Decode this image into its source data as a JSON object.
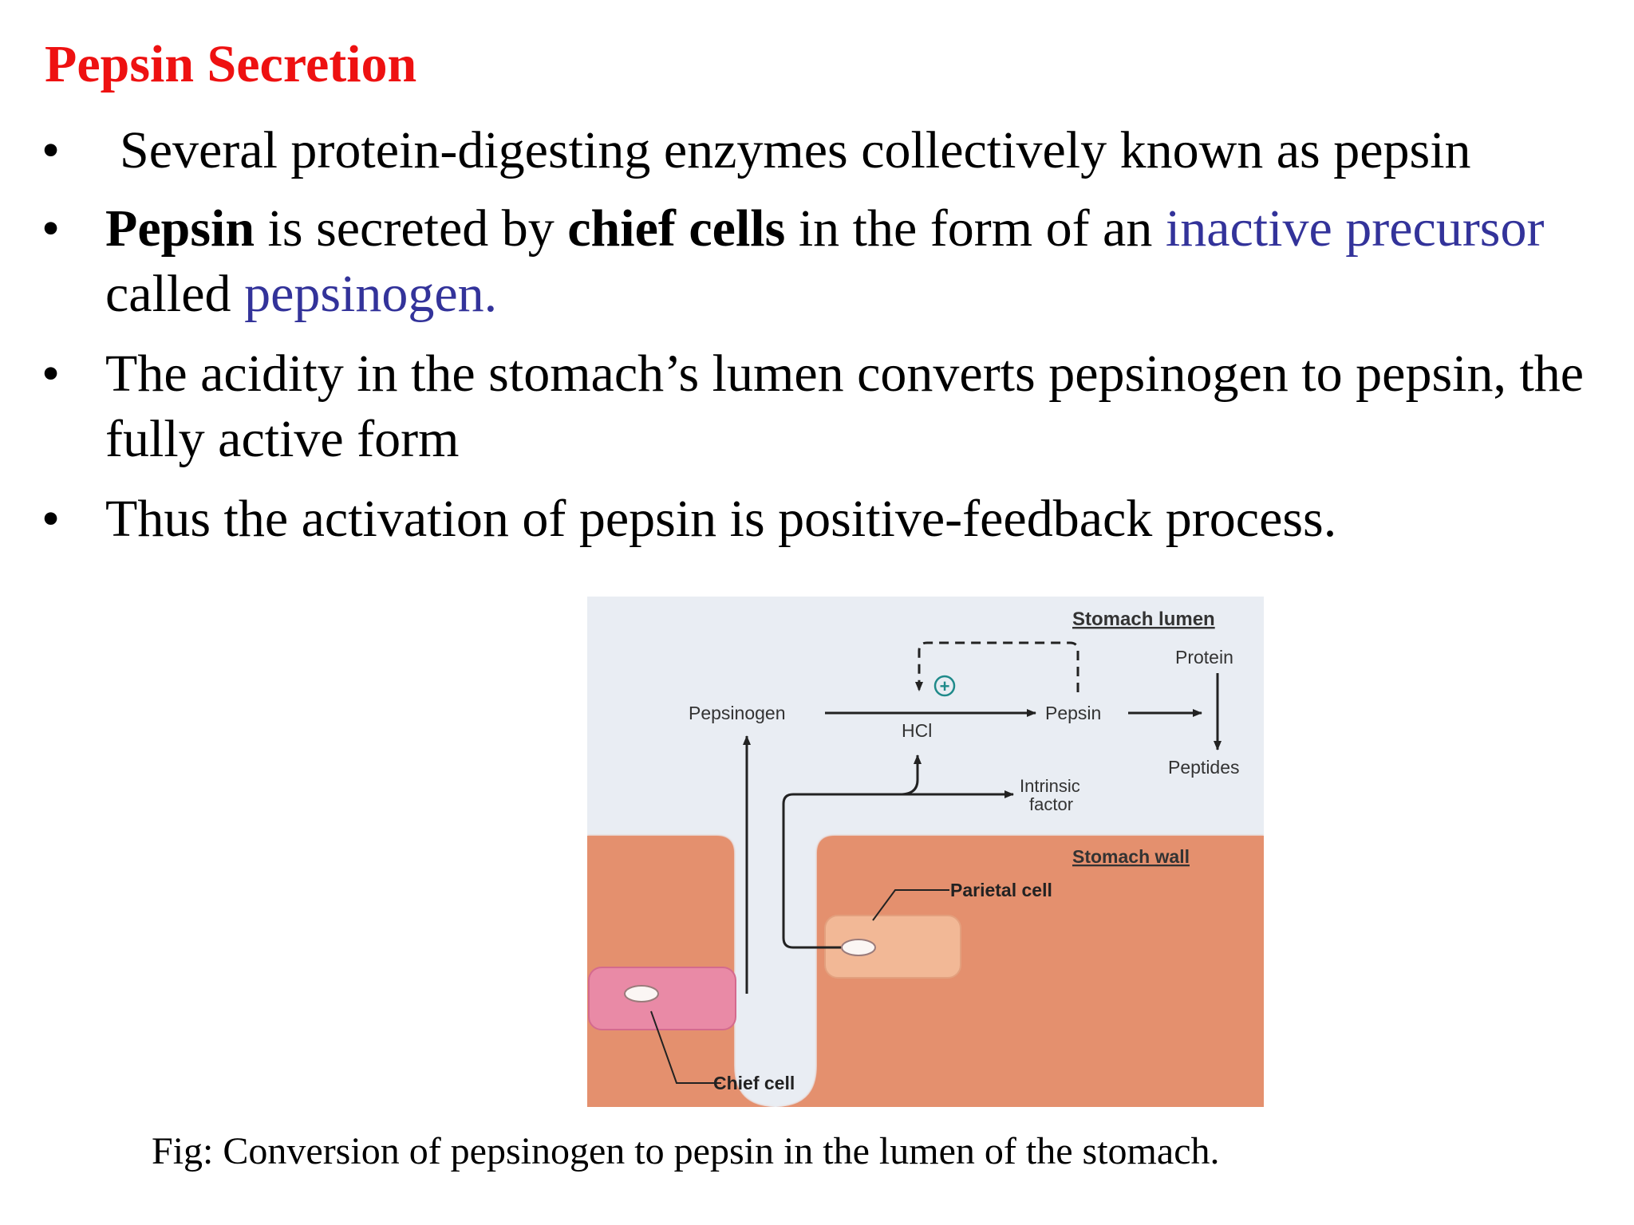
{
  "slide": {
    "title": "Pepsin Secretion",
    "title_color": "#ee1111",
    "highlight_color": "#33339a",
    "bullet_glyph": "•",
    "bullets": [
      {
        "segments": [
          {
            "text": "Several protein-digesting enzymes collectively known as pepsin",
            "style": "normal"
          }
        ]
      },
      {
        "segments": [
          {
            "text": "Pepsin",
            "style": "bold"
          },
          {
            "text": " is secreted by ",
            "style": "normal"
          },
          {
            "text": "chief cells",
            "style": "bold"
          },
          {
            "text": " in the form of an ",
            "style": "normal"
          },
          {
            "text": "inactive precursor",
            "style": "highlight"
          },
          {
            "text": " called ",
            "style": "normal"
          },
          {
            "text": "pepsinogen.",
            "style": "highlight"
          }
        ]
      },
      {
        "segments": [
          {
            "text": "The acidity in the stomach’s lumen converts pepsinogen to pepsin, the fully active form",
            "style": "normal"
          }
        ]
      },
      {
        "segments": [
          {
            "text": "Thus the activation of pepsin is positive-feedback process.",
            "style": "normal"
          }
        ]
      }
    ]
  },
  "figure": {
    "labels": {
      "stomach_lumen": "Stomach lumen",
      "protein": "Protein",
      "pepsinogen": "Pepsinogen",
      "hcl": "HCl",
      "pepsin": "Pepsin",
      "peptides": "Peptides",
      "intrinsic_factor_line1": "Intrinsic",
      "intrinsic_factor_line2": "factor",
      "stomach_wall": "Stomach wall",
      "parietal_cell": "Parietal cell",
      "chief_cell": "Chief cell",
      "plus_sign": "+"
    },
    "colors": {
      "lumen": "#e9edf3",
      "wall": "#e4906e",
      "chief_cell": "#e98aa6",
      "parietal_cell": "#f2b896",
      "feedback_circle": "#1f8a8a"
    },
    "caption": "Fig: Conversion of pepsinogen to pepsin in the lumen of the stomach."
  }
}
